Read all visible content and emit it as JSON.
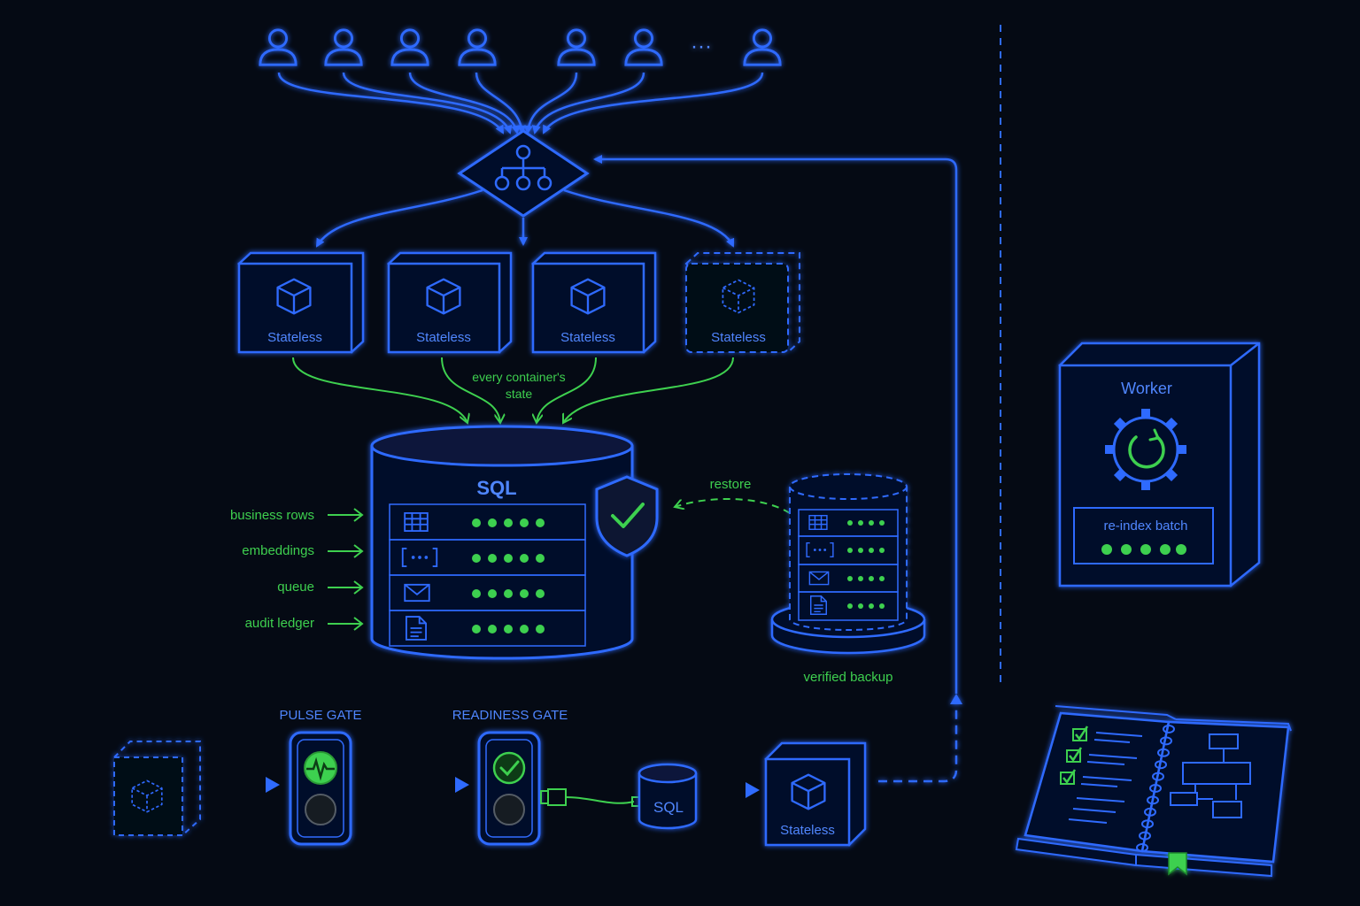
{
  "colors": {
    "background": "#050a14",
    "primary_blue": "#2f6bff",
    "label_blue": "#4f86ff",
    "accent_green": "#3ed04f"
  },
  "users": {
    "icon": "user-icon",
    "count_shown": 7,
    "ellipsis": "···"
  },
  "load_balancer": {
    "icon": "network-hierarchy-icon"
  },
  "containers": [
    {
      "label": "Stateless",
      "style": "solid"
    },
    {
      "label": "Stateless",
      "style": "solid"
    },
    {
      "label": "Stateless",
      "style": "solid"
    },
    {
      "label": "Stateless",
      "style": "dashed"
    }
  ],
  "state_annotation": {
    "line1": "every container's",
    "line2": "state"
  },
  "database": {
    "title": "SQL",
    "rows": [
      {
        "label": "business rows",
        "icon": "table-icon"
      },
      {
        "label": "embeddings",
        "icon": "bracket-dots-icon"
      },
      {
        "label": "queue",
        "icon": "envelope-icon"
      },
      {
        "label": "audit ledger",
        "icon": "document-icon"
      }
    ],
    "shield_icon": "shield-check-icon"
  },
  "backup": {
    "restore_label": "restore",
    "label": "verified backup"
  },
  "worker": {
    "title": "Worker",
    "icon": "gear-refresh-icon",
    "task": "re-index batch"
  },
  "pipeline": {
    "pulse_gate": "PULSE GATE",
    "readiness_gate": "READINESS GATE",
    "sql_label": "SQL",
    "container_label": "Stateless"
  },
  "runbook": {
    "icon": "open-book-icon"
  }
}
